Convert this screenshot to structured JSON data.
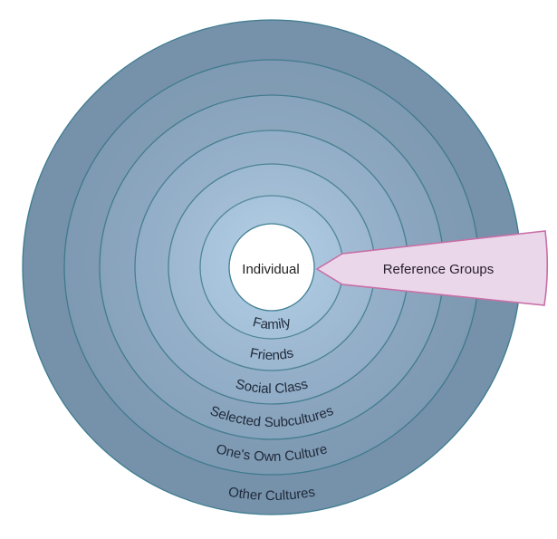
{
  "diagram": {
    "title": "",
    "center": {
      "label": "Individual"
    },
    "rings": [
      {
        "label": "Family",
        "color": "#a3c4e0"
      },
      {
        "label": "Friends",
        "color": "#9dbcd8"
      },
      {
        "label": "Social Class",
        "color": "#95b3d0"
      },
      {
        "label": "Selected Subcultures",
        "color": "#8dabc6"
      },
      {
        "label": "One's Own Culture",
        "color": "#84a2bc"
      },
      {
        "label": "Other Cultures",
        "color": "#7b98b2"
      }
    ],
    "pointer": {
      "label": "Reference Groups",
      "fill": "#ead7ea",
      "stroke": "#c86fa6"
    },
    "ring_stroke": "#3f7f93"
  }
}
